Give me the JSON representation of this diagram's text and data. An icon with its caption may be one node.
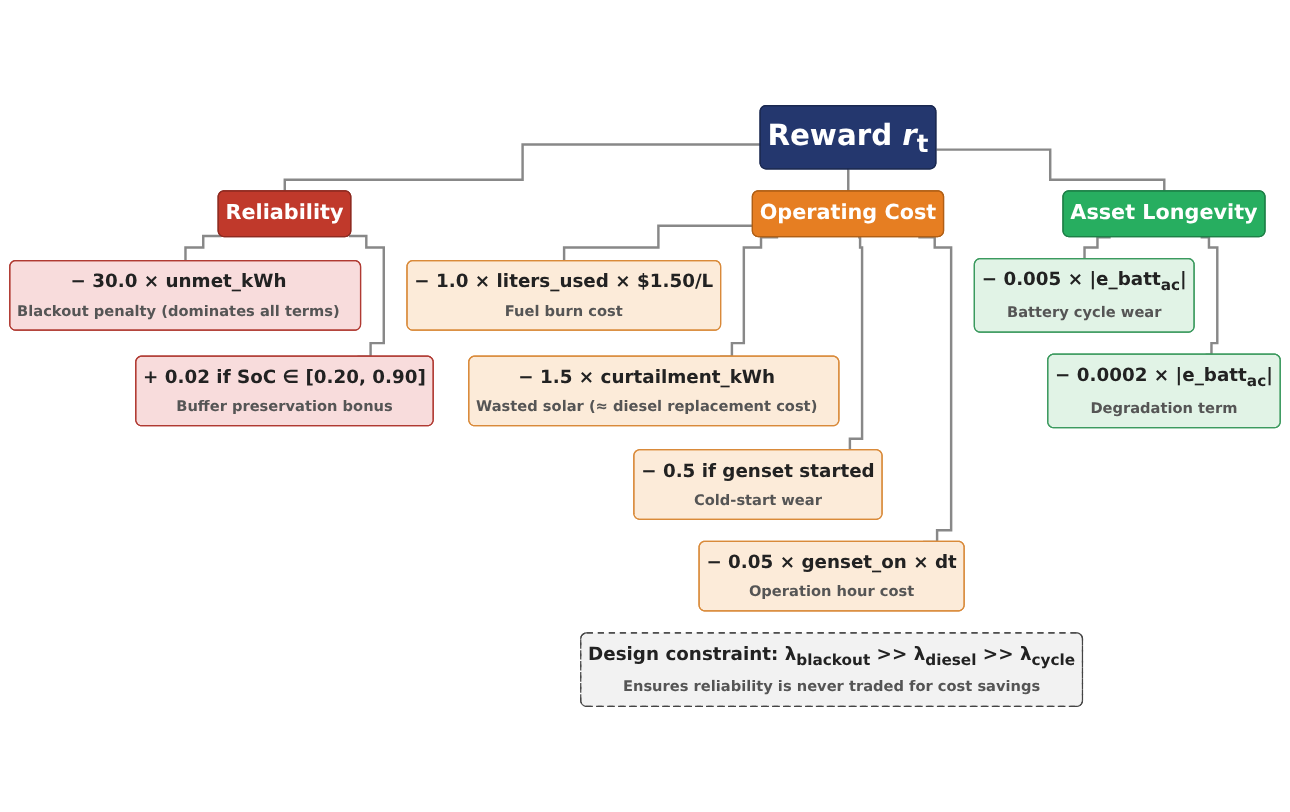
{
  "diagram": {
    "nodes": [
      {
        "text": [
          "Reward *r*$_{t}$"
        ]
      },
      {
        "text": [
          "Reliability"
        ]
      },
      {
        "text": [
          "Operating Cost"
        ]
      },
      {
        "text": [
          "Asset Longevity"
        ]
      },
      {
        "text": [
          "− 30.0 × unmet_kWh",
          "Blackout penalty (dominates all terms)"
        ]
      },
      {
        "text": [
          "+ 0.02 if SoC ∈ [0.20, 0.90]",
          "Buffer preservation bonus"
        ]
      },
      {
        "text": [
          "− 1.0 × liters_used × $1.50/L",
          "Fuel burn cost"
        ]
      },
      {
        "text": [
          "− 1.5 × curtailment_kWh",
          "Wasted solar (≈ diesel replacement cost)"
        ]
      },
      {
        "text": [
          "− 0.5 if genset started",
          "Cold-start wear"
        ]
      },
      {
        "text": [
          "− 0.05 × genset_on × dt",
          "Operation hour cost"
        ]
      },
      {
        "text": [
          "− 0.005 × |e_batt$_{ac}$|",
          "Battery cycle wear"
        ]
      },
      {
        "text": [
          "− 0.0002 × |e_batt$_{ac}$|",
          "Degradation term"
        ]
      },
      {
        "text": [
          "Design constraint: λ$_{blackout}$ >> λ$_{diesel}$ >> λ$_{cycle}$",
          "Ensures reliability is never traded for cost savings"
        ]
      }
    ],
    "edges": [
      {
        "from": 0,
        "to": 1,
        "arrow": "none"
      },
      {
        "from": 0,
        "to": 2,
        "arrow": "none"
      },
      {
        "from": 0,
        "to": 3,
        "arrow": "none"
      },
      {
        "from": 1,
        "to": 4,
        "arrow": "none"
      },
      {
        "from": 1,
        "to": 5,
        "arrow": "none"
      },
      {
        "from": 2,
        "to": 6,
        "arrow": "none"
      },
      {
        "from": 2,
        "to": 7,
        "arrow": "none"
      },
      {
        "from": 2,
        "to": 8,
        "arrow": "none"
      },
      {
        "from": 2,
        "to": 9,
        "arrow": "none"
      },
      {
        "from": 3,
        "to": 10,
        "arrow": "none"
      },
      {
        "from": 3,
        "to": 11,
        "arrow": "none"
      }
    ]
  }
}
